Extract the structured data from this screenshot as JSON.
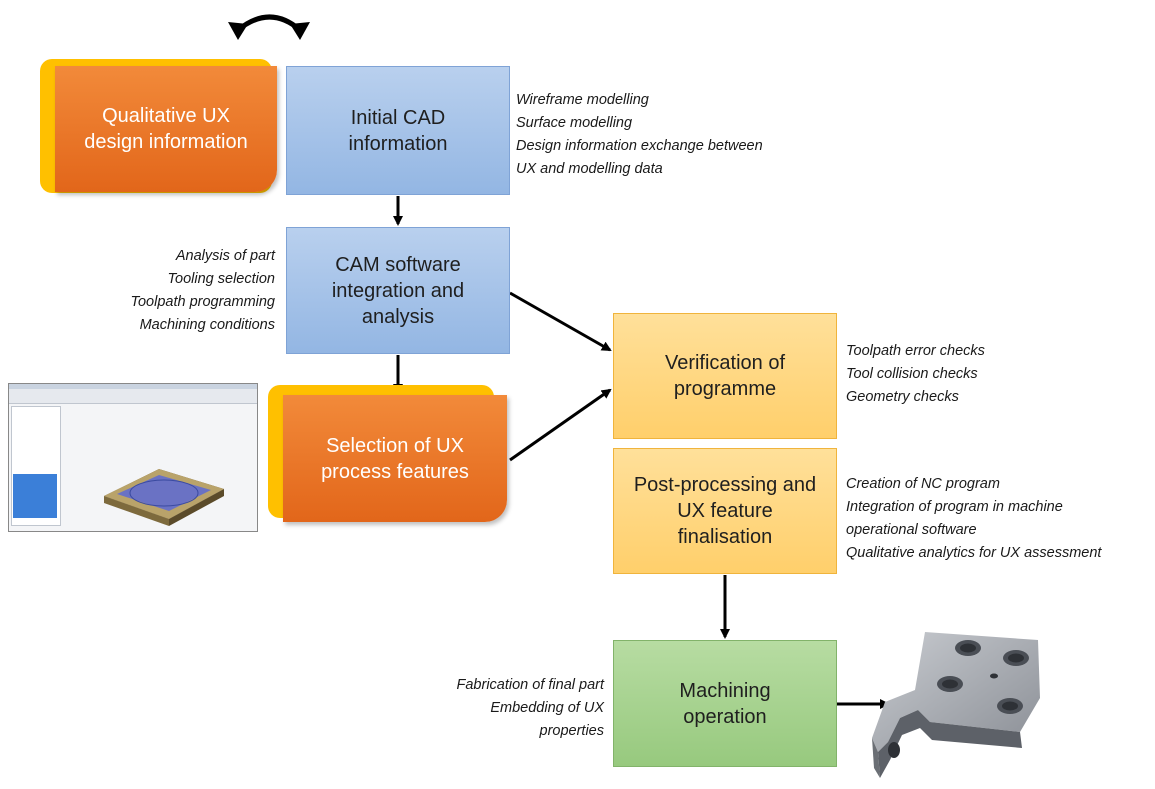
{
  "boxes": {
    "qualitative": "Qualitative UX\ndesign information",
    "initial_cad": "Initial CAD\ninformation",
    "cam": "CAM software\nintegration and\nanalysis",
    "selection": "Selection of UX\nprocess features",
    "verification": "Verification of\nprogramme",
    "post": "Post-processing and\nUX feature\nfinalisation",
    "machining": "Machining\noperation"
  },
  "notes": {
    "cad": [
      "Wireframe modelling",
      "Surface modelling",
      "Design information exchange between",
      "UX and modelling data"
    ],
    "cam": [
      "Analysis of part",
      "Tooling selection",
      "Toolpath programming",
      "Machining conditions"
    ],
    "verification": [
      "Toolpath error checks",
      "Tool collision checks",
      "Geometry checks"
    ],
    "post": [
      "Creation of NC program",
      "Integration of program in machine",
      "operational software",
      "Qualitative analytics for UX assessment"
    ],
    "machining": [
      "Fabrication of final part",
      "Embedding of UX",
      "properties"
    ]
  },
  "colors": {
    "blue": "#a9c4e8",
    "orange": "#ec7a2c",
    "orange_back": "#ffc000",
    "yellow": "#ffd98a",
    "green": "#a9d490"
  },
  "icons": {
    "swap": "curved-double-arrow-icon",
    "screenshot": "cam-software-screenshot",
    "part": "machined-metal-part"
  }
}
